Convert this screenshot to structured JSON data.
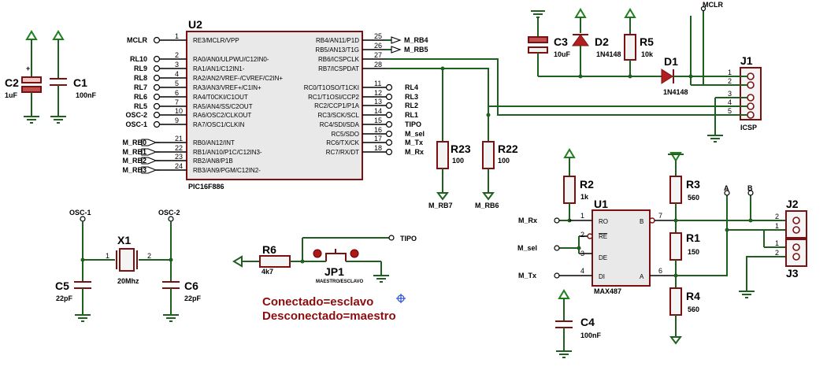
{
  "u2": {
    "ref": "U2",
    "part": "PIC16F886",
    "left_pins": [
      {
        "num": "1",
        "name": "RE3/MCLR/VPP",
        "net": "MCLR"
      },
      {
        "num": "2",
        "name": "RA0/AN0/ULPWU/C12IN0-",
        "net": "RL10"
      },
      {
        "num": "3",
        "name": "RA1/AN1/C12IN1-",
        "net": "RL9"
      },
      {
        "num": "4",
        "name": "RA2/AN2/VREF-/CVREF/C2IN+",
        "net": "RL8"
      },
      {
        "num": "5",
        "name": "RA3/AN3/VREF+/C1IN+",
        "net": "RL7"
      },
      {
        "num": "6",
        "name": "RA4/T0CKI/C1OUT",
        "net": "RL6"
      },
      {
        "num": "7",
        "name": "RA5/AN4/SS/C2OUT",
        "net": "RL5"
      },
      {
        "num": "10",
        "name": "RA6/OSC2/CLKOUT",
        "net": "OSC-2"
      },
      {
        "num": "9",
        "name": "RA7/OSC1/CLKIN",
        "net": "OSC-1"
      },
      {
        "num": "21",
        "name": "RB0/AN12/INT",
        "net": "M_RB0"
      },
      {
        "num": "22",
        "name": "RB1/AN10/P1C/C12IN3-",
        "net": "M_RB1"
      },
      {
        "num": "23",
        "name": "RB2/AN8/P1B",
        "net": "M_RB2"
      },
      {
        "num": "24",
        "name": "RB3/AN9/PGM/C12IN2-",
        "net": "M_RB3"
      }
    ],
    "right_pins": [
      {
        "num": "25",
        "name": "RB4/AN11/P1D",
        "net": "M_RB4"
      },
      {
        "num": "26",
        "name": "RB5/AN13/T1G",
        "net": "M_RB5"
      },
      {
        "num": "27",
        "name": "RB6/ICSPCLK",
        "net": ""
      },
      {
        "num": "28",
        "name": "RB7/ICSPDAT",
        "net": ""
      },
      {
        "num": "11",
        "name": "RC0/T1OSO/T1CKI",
        "net": "RL4"
      },
      {
        "num": "12",
        "name": "RC1/T1OSI/CCP2",
        "net": "RL3"
      },
      {
        "num": "13",
        "name": "RC2/CCP1/P1A",
        "net": "RL2"
      },
      {
        "num": "14",
        "name": "RC3/SCK/SCL",
        "net": "RL1"
      },
      {
        "num": "15",
        "name": "RC4/SDI/SDA",
        "net": "TIPO"
      },
      {
        "num": "16",
        "name": "RC5/SDO",
        "net": "M_sel"
      },
      {
        "num": "17",
        "name": "RC6/TX/CK",
        "net": "M_Tx"
      },
      {
        "num": "18",
        "name": "RC7/RX/DT",
        "net": "M_Rx"
      }
    ]
  },
  "caps": {
    "c2": {
      "ref": "C2",
      "val": "1uF"
    },
    "c1": {
      "ref": "C1",
      "val": "100nF"
    },
    "c3": {
      "ref": "C3",
      "val": "10uF"
    },
    "c5": {
      "ref": "C5",
      "val": "22pF"
    },
    "c6": {
      "ref": "C6",
      "val": "22pF"
    },
    "c4": {
      "ref": "C4",
      "val": "100nF"
    }
  },
  "resistors": {
    "r5": {
      "ref": "R5",
      "val": "10k"
    },
    "r23": {
      "ref": "R23",
      "val": "100"
    },
    "r22": {
      "ref": "R22",
      "val": "100"
    },
    "r2": {
      "ref": "R2",
      "val": "1k"
    },
    "r3": {
      "ref": "R3",
      "val": "560"
    },
    "r1": {
      "ref": "R1",
      "val": "150"
    },
    "r4": {
      "ref": "R4",
      "val": "560"
    },
    "r6": {
      "ref": "R6",
      "val": "4k7"
    }
  },
  "diodes": {
    "d2": {
      "ref": "D2",
      "val": "1N4148"
    },
    "d1": {
      "ref": "D1",
      "val": "1N4148"
    }
  },
  "j1": {
    "ref": "J1",
    "name": "ICSP",
    "pins": [
      "1",
      "2",
      "3",
      "4",
      "5"
    ]
  },
  "j2": {
    "ref": "J2",
    "pins": [
      "2",
      "1"
    ]
  },
  "j3": {
    "ref": "J3",
    "pins": [
      "1",
      "2"
    ]
  },
  "u1": {
    "ref": "U1",
    "part": "MAX487",
    "pins": [
      {
        "num": "1",
        "name": "RO"
      },
      {
        "num": "2",
        "name": "RE"
      },
      {
        "num": "3",
        "name": "DE"
      },
      {
        "num": "4",
        "name": "DI"
      },
      {
        "num": "7",
        "name": "B"
      },
      {
        "num": "6",
        "name": "A"
      }
    ]
  },
  "x1": {
    "ref": "X1",
    "val": "20Mhz",
    "pins": [
      "1",
      "2"
    ]
  },
  "jp1": {
    "ref": "JP1",
    "val": "MAESTRO/ESCLAVO"
  },
  "labels": {
    "mclr": "MCLR",
    "osc1": "OSC-1",
    "osc2": "OSC-2",
    "tipo": "TIPO",
    "m_rb7": "M_RB7",
    "m_rb6": "M_RB6",
    "m_rx": "M_Rx",
    "m_sel": "M_sel",
    "m_tx": "M_Tx",
    "a": "A",
    "b": "B"
  },
  "notes": {
    "line1": "Conectado=esclavo",
    "line2": "Desconectado=maestro"
  },
  "colors": {
    "wire": "#1f5f1f",
    "component": "#7a1010",
    "note_text": "#8b0d0d",
    "background": "#ffffff"
  }
}
